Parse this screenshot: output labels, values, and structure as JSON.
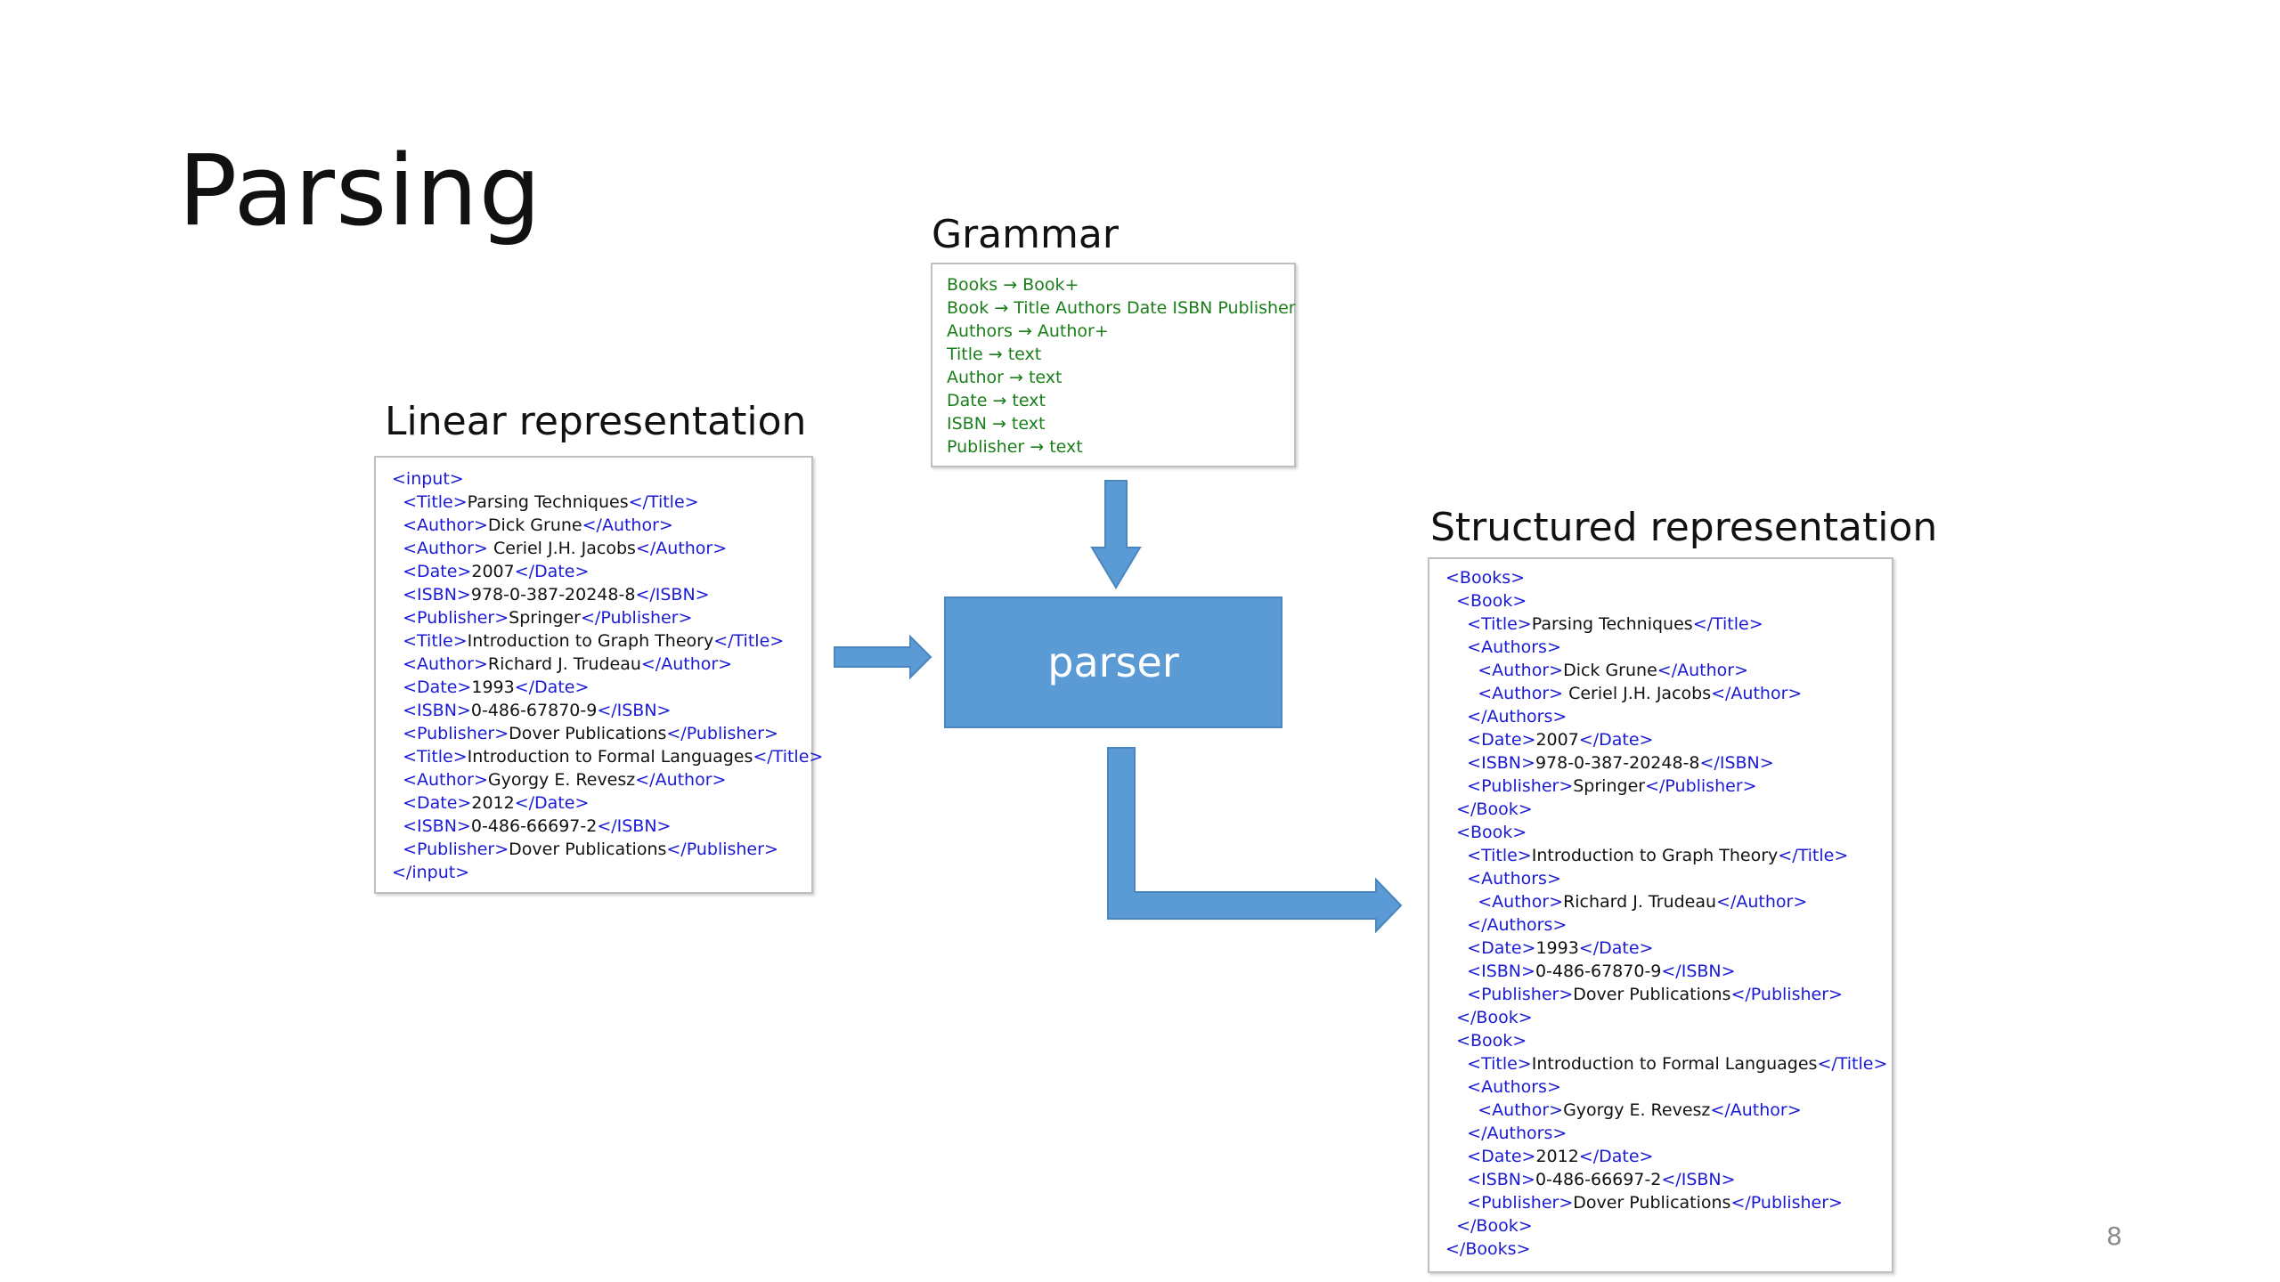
{
  "slide": {
    "title": "Parsing",
    "page_number": "8",
    "colors": {
      "tag": "#1a1ad6",
      "text": "#111111",
      "grammar": "#1a7f1a",
      "parser_fill": "#5b9bd5",
      "arrow": "#5b9bd5"
    }
  },
  "grammar": {
    "heading": "Grammar",
    "rules": [
      "Books → Book+",
      "Book → Title Authors Date ISBN Publisher",
      "Authors → Author+",
      "Title → text",
      "Author → text",
      "Date → text",
      "ISBN → text",
      "Publisher → text"
    ]
  },
  "linear": {
    "heading": "Linear representation",
    "lines": [
      "<input>",
      "  <Title>Parsing Techniques</Title>",
      "  <Author>Dick Grune</Author>",
      "  <Author> Ceriel J.H. Jacobs</Author>",
      "  <Date>2007</Date>",
      "  <ISBN>978-0-387-20248-8</ISBN>",
      "  <Publisher>Springer</Publisher>",
      "  <Title>Introduction to Graph Theory</Title>",
      "  <Author>Richard J. Trudeau</Author>",
      "  <Date>1993</Date>",
      "  <ISBN>0-486-67870-9</ISBN>",
      "  <Publisher>Dover Publications</Publisher>",
      "  <Title>Introduction to Formal Languages</Title>",
      "  <Author>Gyorgy E. Revesz</Author>",
      "  <Date>2012</Date>",
      "  <ISBN>0-486-66697-2</ISBN>",
      "  <Publisher>Dover Publications</Publisher>",
      "</input>"
    ]
  },
  "parser": {
    "label": "parser"
  },
  "structured": {
    "heading": "Structured representation",
    "lines": [
      "<Books>",
      "  <Book>",
      "    <Title>Parsing Techniques</Title>",
      "    <Authors>",
      "      <Author>Dick Grune</Author>",
      "      <Author> Ceriel J.H. Jacobs</Author>",
      "    </Authors>",
      "    <Date>2007</Date>",
      "    <ISBN>978-0-387-20248-8</ISBN>",
      "    <Publisher>Springer</Publisher>",
      "  </Book>",
      "  <Book>",
      "    <Title>Introduction to Graph Theory</Title>",
      "    <Authors>",
      "      <Author>Richard J. Trudeau</Author>",
      "    </Authors>",
      "    <Date>1993</Date>",
      "    <ISBN>0-486-67870-9</ISBN>",
      "    <Publisher>Dover Publications</Publisher>",
      "  </Book>",
      "  <Book>",
      "    <Title>Introduction to Formal Languages</Title>",
      "    <Authors>",
      "      <Author>Gyorgy E. Revesz</Author>",
      "    </Authors>",
      "    <Date>2012</Date>",
      "    <ISBN>0-486-66697-2</ISBN>",
      "    <Publisher>Dover Publications</Publisher>",
      "  </Book>",
      "</Books>"
    ]
  }
}
